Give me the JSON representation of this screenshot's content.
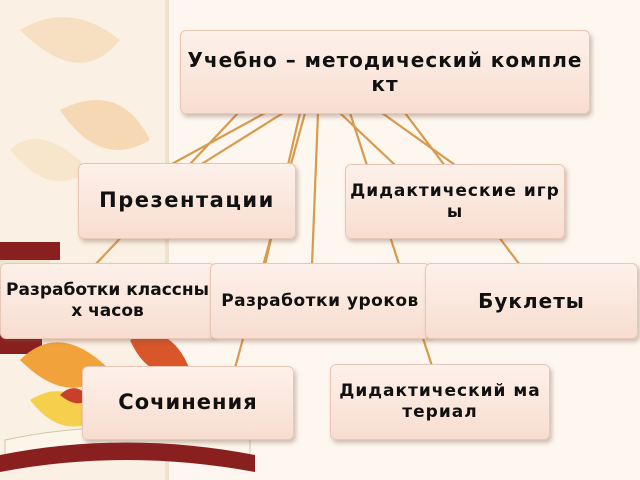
{
  "diagram": {
    "root": {
      "label": "Учебно – методический комплект"
    },
    "nodes": [
      {
        "id": "presentations",
        "label": "Презентации"
      },
      {
        "id": "didactic-games",
        "label": "Дидактические игры"
      },
      {
        "id": "class-hours",
        "label": "Разработки классных часов"
      },
      {
        "id": "lessons",
        "label": "Разработки уроков"
      },
      {
        "id": "booklets",
        "label": "Буклеты"
      },
      {
        "id": "essays",
        "label": "Сочинения"
      },
      {
        "id": "didactic-material",
        "label": "Дидактический материал"
      }
    ]
  },
  "colors": {
    "connector": "#d99a4e",
    "box_top": "#fdf1ea",
    "box_bottom": "#f8ddd0",
    "book_cover": "#8a1f1f",
    "leaf_orange": "#f2a23a",
    "leaf_yellow": "#f6d04d",
    "leaf_red": "#d8562a"
  }
}
